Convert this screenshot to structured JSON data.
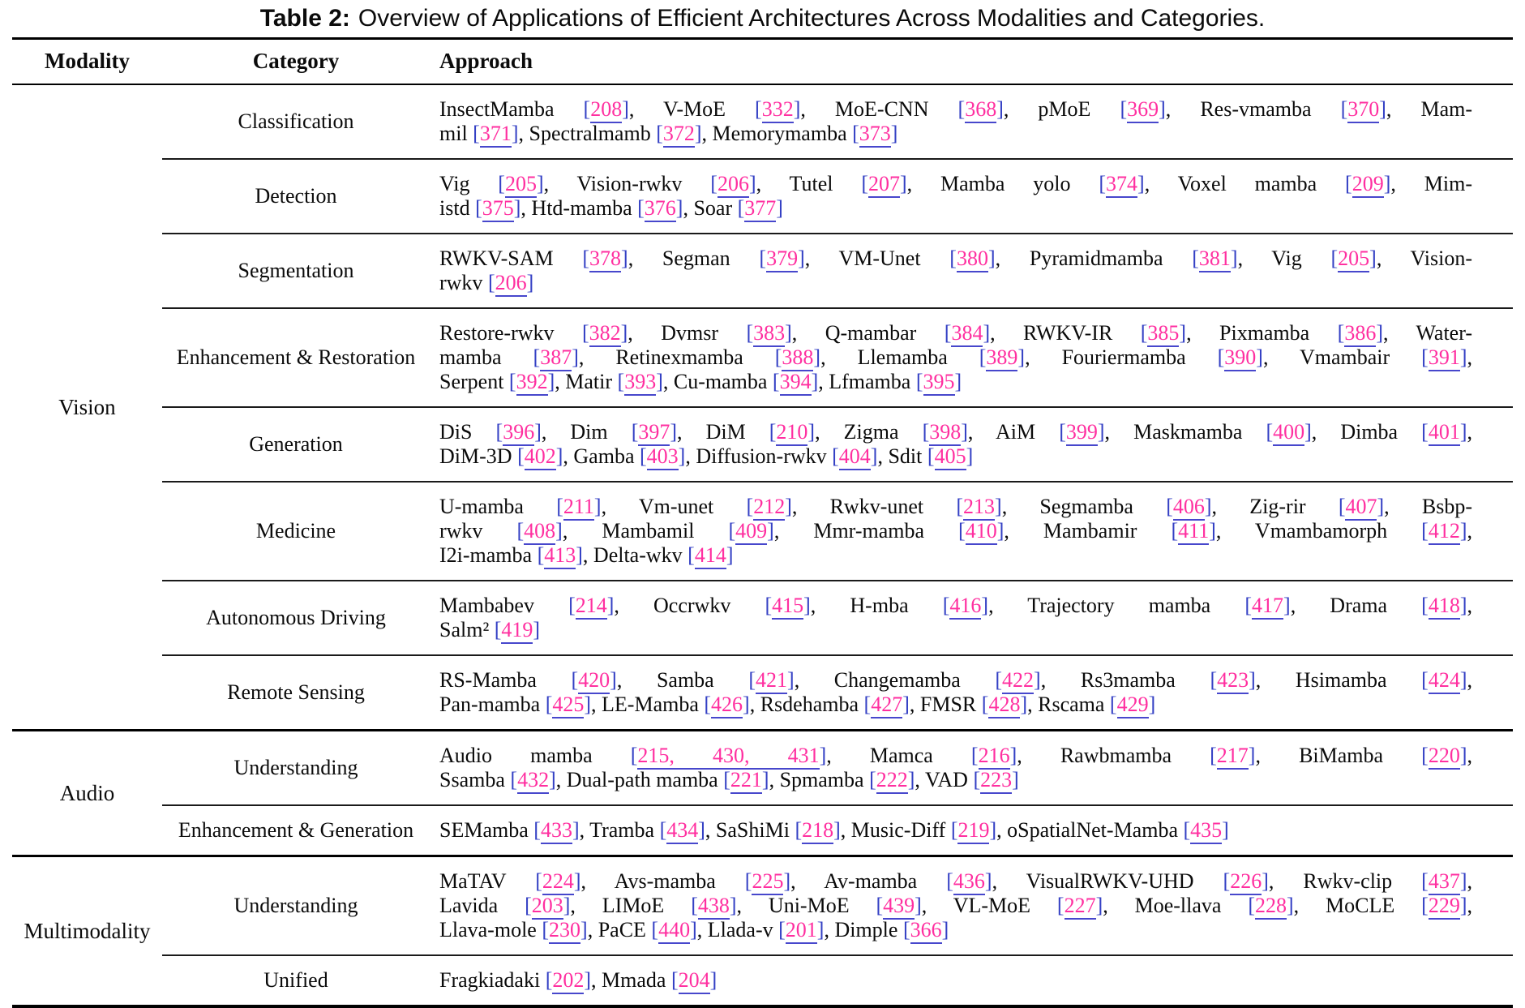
{
  "title": {
    "label": "Table 2:",
    "text": "Overview of Applications of Efficient Architectures Across Modalities and Categories."
  },
  "columns": [
    "Modality",
    "Category",
    "Approach"
  ],
  "colors": {
    "citation_number": "#ff2fa0",
    "citation_bracket": "#3440c4",
    "citation_underline": "#4747cc",
    "rule": "#000000"
  },
  "modalities": [
    {
      "name": "Vision",
      "categories": [
        {
          "category": "Classification",
          "approach_lines": [
            "InsectMamba [208], V-MoE [332], MoE-CNN [368], pMoE [369], Res-vmamba [370], Mam-",
            "mil [371], Spectralmamb [372], Memorymamba [373]"
          ]
        },
        {
          "category": "Detection",
          "approach_lines": [
            "Vig [205], Vision-rwkv [206], Tutel [207], Mamba yolo [374], Voxel mamba [209], Mim-",
            "istd [375], Htd-mamba [376], Soar [377]"
          ]
        },
        {
          "category": "Segmentation",
          "approach_lines": [
            "RWKV-SAM [378], Segman [379], VM-Unet [380], Pyramidmamba [381], Vig [205], Vision-",
            "rwkv [206]"
          ]
        },
        {
          "category": "Enhancement & Restoration",
          "approach_lines": [
            "Restore-rwkv [382], Dvmsr [383], Q-mambar [384], RWKV-IR [385], Pixmamba [386], Water-",
            "mamba [387], Retinexmamba [388], Llemamba [389], Fouriermamba [390], Vmambair [391],",
            "Serpent [392], Matir [393], Cu-mamba [394], Lfmamba [395]"
          ]
        },
        {
          "category": "Generation",
          "approach_lines": [
            "DiS [396], Dim [397], DiM [210], Zigma [398], AiM [399], Maskmamba [400], Dimba [401],",
            "DiM-3D [402], Gamba [403], Diffusion-rwkv [404], Sdit [405]"
          ]
        },
        {
          "category": "Medicine",
          "approach_lines": [
            "U-mamba [211], Vm-unet [212], Rwkv-unet [213], Segmamba [406], Zig-rir [407], Bsbp-",
            "rwkv [408], Mambamil [409], Mmr-mamba [410], Mambamir [411], Vmambamorph [412],",
            "I2i-mamba [413], Delta-wkv [414]"
          ]
        },
        {
          "category": "Autonomous Driving",
          "approach_lines": [
            "Mambabev [214], Occrwkv [415], H-mba [416], Trajectory mamba [417], Drama [418],",
            "Salm² [419]"
          ]
        },
        {
          "category": "Remote Sensing",
          "approach_lines": [
            "RS-Mamba [420], Samba [421], Changemamba [422], Rs3mamba [423], Hsimamba [424],",
            "Pan-mamba [425], LE-Mamba [426], Rsdehamba [427], FMSR [428], Rscama [429]"
          ]
        }
      ]
    },
    {
      "name": "Audio",
      "categories": [
        {
          "category": "Understanding",
          "approach_lines": [
            "Audio mamba [215, 430, 431], Mamca [216], Rawbmamba [217], BiMamba [220],",
            "Ssamba [432], Dual-path mamba [221], Spmamba [222], VAD [223]"
          ]
        },
        {
          "category": "Enhancement & Generation",
          "approach_lines": [
            "SEMamba [433], Tramba [434], SaShiMi [218], Music-Diff [219], oSpatialNet-Mamba [435]"
          ]
        }
      ]
    },
    {
      "name": "Multimodality",
      "categories": [
        {
          "category": "Understanding",
          "approach_lines": [
            "MaTAV [224], Avs-mamba [225], Av-mamba [436], VisualRWKV-UHD [226], Rwkv-clip [437],",
            "Lavida [203], LIMoE [438], Uni-MoE [439], VL-MoE [227], Moe-llava [228], MoCLE [229],",
            "Llava-mole [230], PaCE [440], Llada-v [201], Dimple [366]"
          ]
        },
        {
          "category": "Unified",
          "approach_lines": [
            "Fragkiadaki [202], Mmada [204]"
          ]
        }
      ]
    }
  ]
}
